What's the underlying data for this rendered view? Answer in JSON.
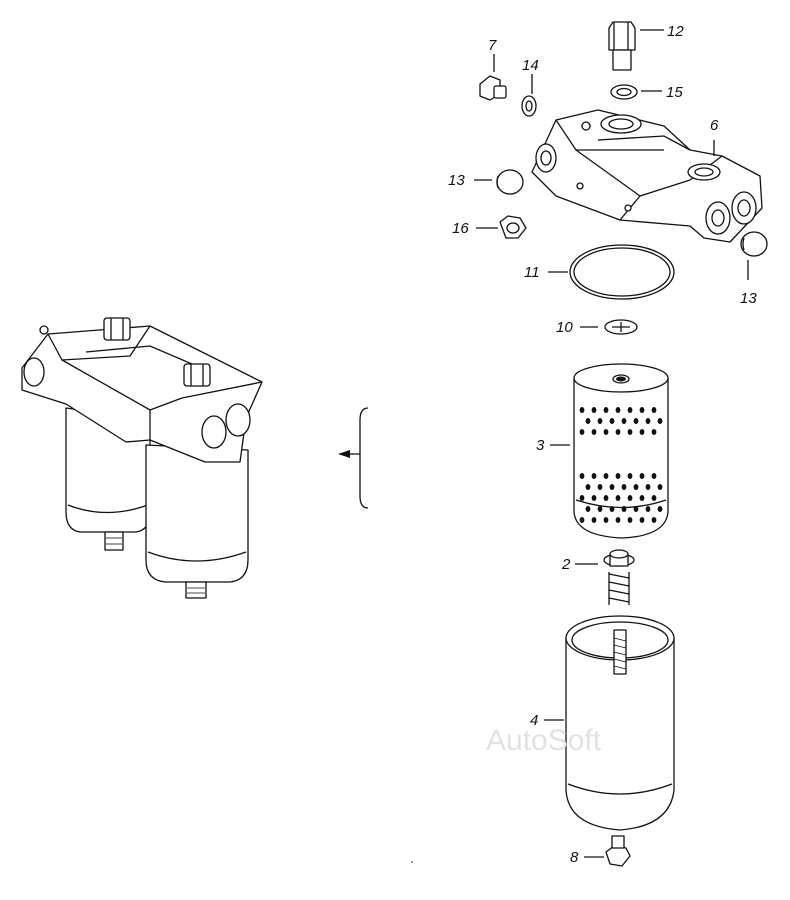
{
  "watermark": "AutoSoft",
  "part_labels": {
    "p2": "2",
    "p3": "3",
    "p4": "4",
    "p6": "6",
    "p7": "7",
    "p8": "8",
    "p10": "10",
    "p11": "11",
    "p12": "12",
    "p13_left": "13",
    "p13_right": "13",
    "p14": "14",
    "p15": "15",
    "p16": "16"
  }
}
